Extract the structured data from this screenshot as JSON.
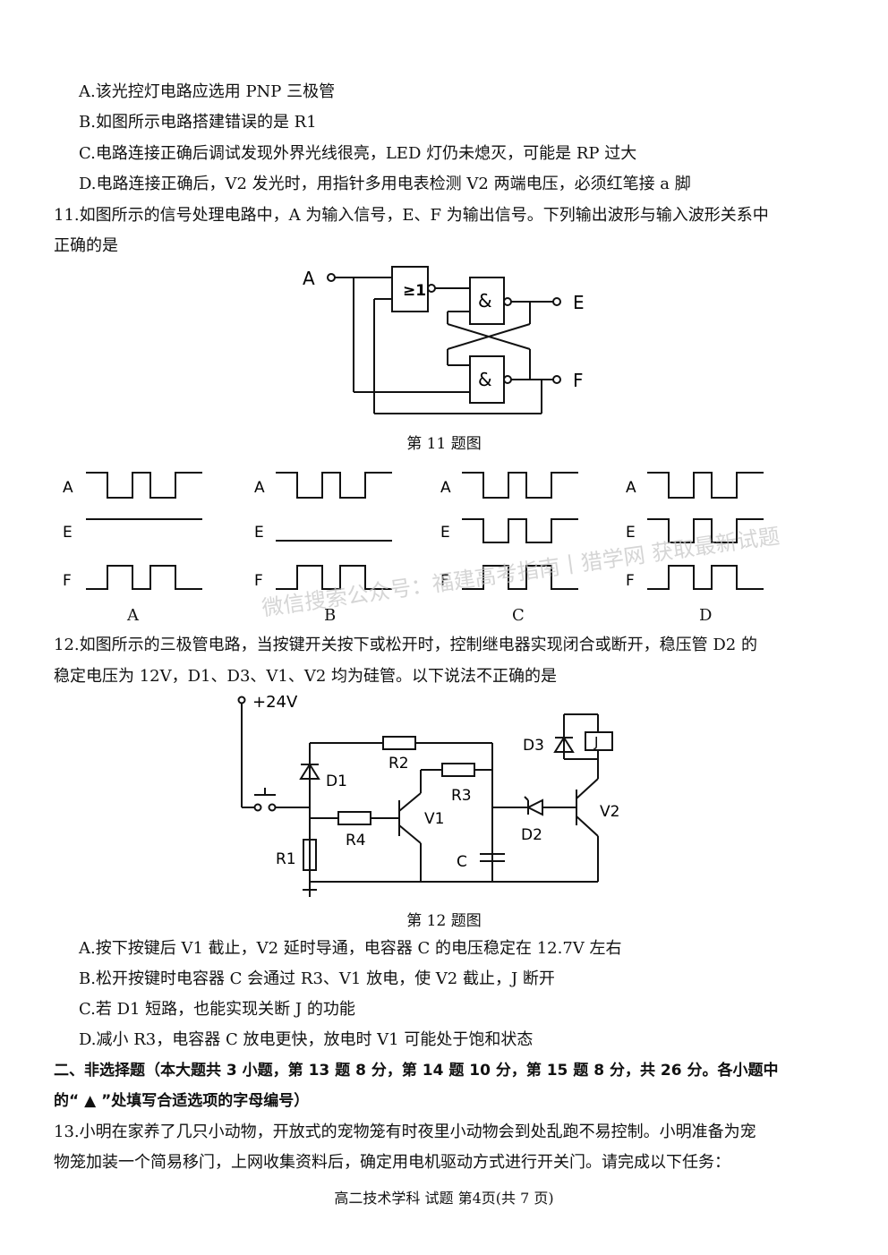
{
  "q10": {
    "option_a": "A.该光控灯电路应选用 PNP 三极管",
    "option_b": "B.如图所示电路搭建错误的是 R1",
    "option_c": "C.电路连接正确后调试发现外界光线很亮，LED 灯仍未熄灭，可能是 RP 过大",
    "option_d": "D.电路连接正确后，V2 发光时，用指针多用电表检测 V2 两端电压，必须红笔接 a 脚"
  },
  "q11": {
    "stem_line1": "11.如图所示的信号处理电路中，A 为输入信号，E、F 为输出信号。下列输出波形与输入波形关系中",
    "stem_line2": "正确的是",
    "fig_caption": "第 11 题图",
    "circuit_labels": {
      "input": "A",
      "out_e": "E",
      "out_f": "F",
      "nor_gate": "≥1",
      "and_gate": "&"
    },
    "wave_labels": {
      "a": "A",
      "e": "E",
      "f": "F"
    },
    "choices": [
      "A",
      "B",
      "C",
      "D"
    ]
  },
  "q12": {
    "stem_line1": "12.如图所示的三极管电路，当按键开关按下或松开时，控制继电器实现闭合或断开，稳压管 D2 的",
    "stem_line2": "稳定电压为 12V，D1、D3、V1、V2 均为硅管。以下说法不正确的是",
    "fig_caption": "第 12 题图",
    "circuit_labels": {
      "vcc": "+24V",
      "d1": "D1",
      "d2": "D2",
      "d3": "D3",
      "r1": "R1",
      "r2": "R2",
      "r3": "R3",
      "r4": "R4",
      "v1": "V1",
      "v2": "V2",
      "c": "C",
      "j": "J"
    },
    "option_a": "A.按下按键后 V1 截止，V2 延时导通，电容器 C 的电压稳定在  12.7V 左右",
    "option_b": "B.松开按键时电容器 C 会通过  R3、V1 放电，使 V2 截止，J 断开",
    "option_c": "C.若 D1 短路，也能实现关断 J 的功能",
    "option_d": "D.减小 R3，电容器 C 放电更快，放电时 V1 可能处于饱和状态"
  },
  "section2": {
    "line1": "二、非选择题（本大题共 3 小题，第 13 题 8 分，第 14 题 10 分，第 15 题 8 分，共 26 分。各小题中",
    "line2": "的“ ▲ ”处填写合适选项的字母编号）"
  },
  "q13": {
    "line1": "13.小明在家养了几只小动物，开放式的宠物笼有时夜里小动物会到处乱跑不易控制。小明准备为宠",
    "line2": "物笼加装一个简易移门，上网收集资料后，确定用电机驱动方式进行开关门。请完成以下任务："
  },
  "watermark": "微信搜索公众号：福建高考指南丨猎学网 获取最新试题",
  "footer": "高二技术学科  试题  第4页(共 7 页)"
}
